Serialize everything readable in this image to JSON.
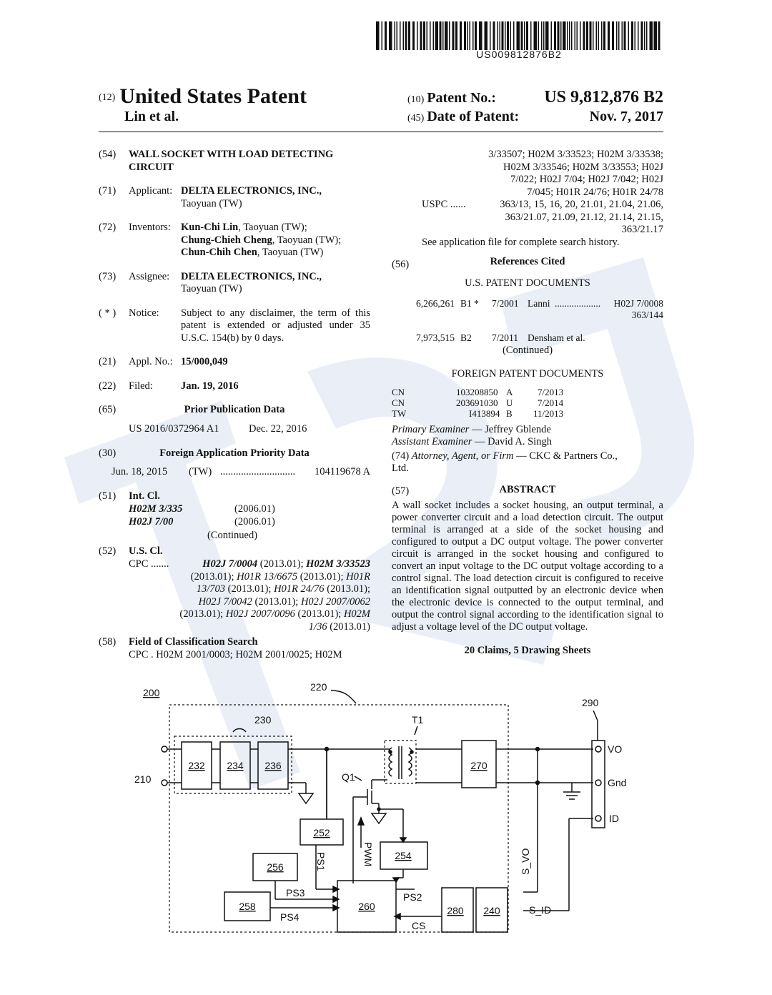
{
  "barcode_number": "US009812876B2",
  "header": {
    "code_12": "(12)",
    "title": "United States Patent",
    "inventors_short": "Lin et al.",
    "code_10": "(10)",
    "patent_no_label": "Patent No.:",
    "patent_no": "US 9,812,876 B2",
    "code_45": "(45)",
    "date_label": "Date of Patent:",
    "date": "Nov. 7, 2017"
  },
  "left": {
    "f54": {
      "code": "(54)",
      "line1": "WALL SOCKET WITH LOAD DETECTING",
      "line2": "CIRCUIT"
    },
    "f71": {
      "code": "(71)",
      "label": "Applicant:",
      "name": "DELTA ELECTRONICS, INC.,",
      "city": "Taoyuan (TW)"
    },
    "f72": {
      "code": "(72)",
      "label": "Inventors:",
      "inv1": "Kun-Chi Lin",
      "loc1": ", Taoyuan (TW);",
      "inv2": "Chung-Chieh Cheng",
      "loc2": ", Taoyuan (TW);",
      "inv3": "Chun-Chih Chen",
      "loc3": ", Taoyuan (TW)"
    },
    "f73": {
      "code": "(73)",
      "label": "Assignee:",
      "name": "DELTA ELECTRONICS, INC.,",
      "city": "Taoyuan (TW)"
    },
    "notice": {
      "code": "( * )",
      "label": "Notice:",
      "text": "Subject to any disclaimer, the term of this patent is extended or adjusted under 35 U.S.C. 154(b) by 0 days."
    },
    "f21": {
      "code": "(21)",
      "label": "Appl. No.:",
      "value": "15/000,049"
    },
    "f22": {
      "code": "(22)",
      "label": "Filed:",
      "value": "Jan. 19, 2016"
    },
    "f65": {
      "code": "(65)",
      "title": "Prior Publication Data",
      "pub": "US 2016/0372964 A1",
      "date": "Dec. 22, 2016"
    },
    "f30": {
      "code": "(30)",
      "title": "Foreign Application Priority Data",
      "date": "Jun. 18, 2015",
      "country": "(TW)",
      "dots": ".............................",
      "number": "104119678 A"
    },
    "f51": {
      "code": "(51)",
      "label": "Int. Cl.",
      "c1": "H02M 3/335",
      "y1": "(2006.01)",
      "c2": "H02J 7/00",
      "y2": "(2006.01)",
      "cont": "(Continued)"
    },
    "f52": {
      "code": "(52)",
      "label": "U.S. Cl.",
      "cpc_label": "CPC .......",
      "l1a": "H02J 7/0004",
      "l1b": " (2013.01); ",
      "l1c": "H02M 3/33523",
      "l2a": "(2013.01); ",
      "l2b": "H01R 13/6675",
      "l2c": " (2013.01); ",
      "l2d": "H01R",
      "l3a": "13/703",
      "l3b": " (2013.01); ",
      "l3c": "H01R 24/76",
      "l3d": " (2013.01);",
      "l4a": "H02J 7/0042",
      "l4b": " (2013.01); ",
      "l4c": "H02J 2007/0062",
      "l5a": "(2013.01); ",
      "l5b": "H02J 2007/0096",
      "l5c": " (2013.01); ",
      "l5d": "H02M",
      "l6a": "1/36",
      "l6b": " (2013.01)"
    },
    "f58": {
      "code": "(58)",
      "label": "Field of Classification Search",
      "line": "CPC . H02M 2001/0003; H02M 2001/0025; H02M"
    }
  },
  "right": {
    "cpc_cont": [
      "3/33507; H02M 3/33523; H02M 3/33538;",
      "H02M 3/33546; H02M 3/33553; H02J",
      "7/022; H02J 7/04; H02J 7/042; H02J",
      "7/045; H01R 24/76; H01R 24/78"
    ],
    "uspc_label": "USPC ......",
    "uspc": [
      "363/13, 15, 16, 20, 21.01, 21.04, 21.06,",
      "363/21.07, 21.09, 21.12, 21.14, 21.15,",
      "363/21.17"
    ],
    "search_note": "See application file for complete search history.",
    "f56_code": "(56)",
    "f56_title": "References Cited",
    "us_docs_title": "U.S. PATENT DOCUMENTS",
    "us_docs": [
      {
        "number": "6,266,261",
        "kind": "B1 *",
        "date": "7/2001",
        "name": "Lanni",
        "dots": "...................",
        "cls": "H02J 7/0008",
        "cls2": "363/144"
      },
      {
        "number": "7,973,515",
        "kind": "B2",
        "date": "7/2011",
        "name": "Densham et al."
      }
    ],
    "continued": "(Continued)",
    "foreign_title": "FOREIGN PATENT DOCUMENTS",
    "foreign": [
      {
        "country": "CN",
        "number": "103208850",
        "kind": "A",
        "date": "7/2013"
      },
      {
        "country": "CN",
        "number": "203691030",
        "kind": "U",
        "date": "7/2014"
      },
      {
        "country": "TW",
        "number": "I413894",
        "kind": "B",
        "date": "11/2013"
      }
    ],
    "primary_label": "Primary Examiner",
    "primary": " — Jeffrey Gblende",
    "assistant_label": "Assistant Examiner",
    "assistant": " — David A. Singh",
    "f74_code": "(74)",
    "attorney_label": "Attorney, Agent, or Firm",
    "attorney": " — CKC & Partners Co.,",
    "attorney2": "Ltd.",
    "f57_code": "(57)",
    "abstract_title": "ABSTRACT",
    "abstract": "A wall socket includes a socket housing, an output terminal, a power converter circuit and a load detection circuit. The output terminal is arranged at a side of the socket housing and configured to output a DC output voltage. The power converter circuit is arranged in the socket housing and configured to convert an input voltage to the DC output voltage according to a control signal. The load detection circuit is configured to receive an identification signal outputted by an electronic device when the electronic device is connected to the output terminal, and output the control signal according to the identification signal to adjust a voltage level of the DC output voltage.",
    "claims": "20 Claims, 5 Drawing Sheets"
  },
  "diagram": {
    "ref_200": "200",
    "ref_220": "220",
    "ref_230": "230",
    "ref_210": "210",
    "ref_T1": "T1",
    "ref_Q1": "Q1",
    "b232": "232",
    "b234": "234",
    "b236": "236",
    "b270": "270",
    "b252": "252",
    "b254": "254",
    "b256": "256",
    "b258": "258",
    "b260": "260",
    "b280": "280",
    "b240": "240",
    "ref_290": "290",
    "VO": "VO",
    "Gnd": "Gnd",
    "ID": "ID",
    "PS1": "PS1",
    "PWM": "PWM",
    "PS2": "PS2",
    "PS3": "PS3",
    "PS4": "PS4",
    "CS": "CS",
    "S_VO": "S_VO",
    "S_ID": "S_ID"
  }
}
